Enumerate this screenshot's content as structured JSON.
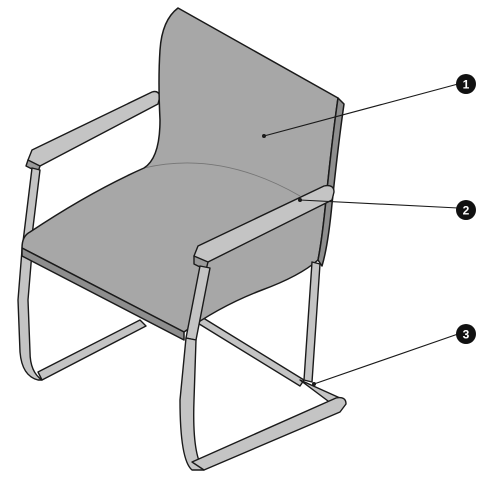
{
  "diagram": {
    "colors": {
      "seat_fill": "#a7a7a7",
      "frame_fill": "#c4c4c4",
      "stroke": "#1a1a1a",
      "callout_fill": "#111111",
      "callout_text": "#ffffff"
    },
    "callouts": [
      {
        "number": "1",
        "target": "backrest-and-seat-shell"
      },
      {
        "number": "2",
        "target": "armrest"
      },
      {
        "number": "3",
        "target": "cantilever-tube-frame"
      }
    ]
  }
}
